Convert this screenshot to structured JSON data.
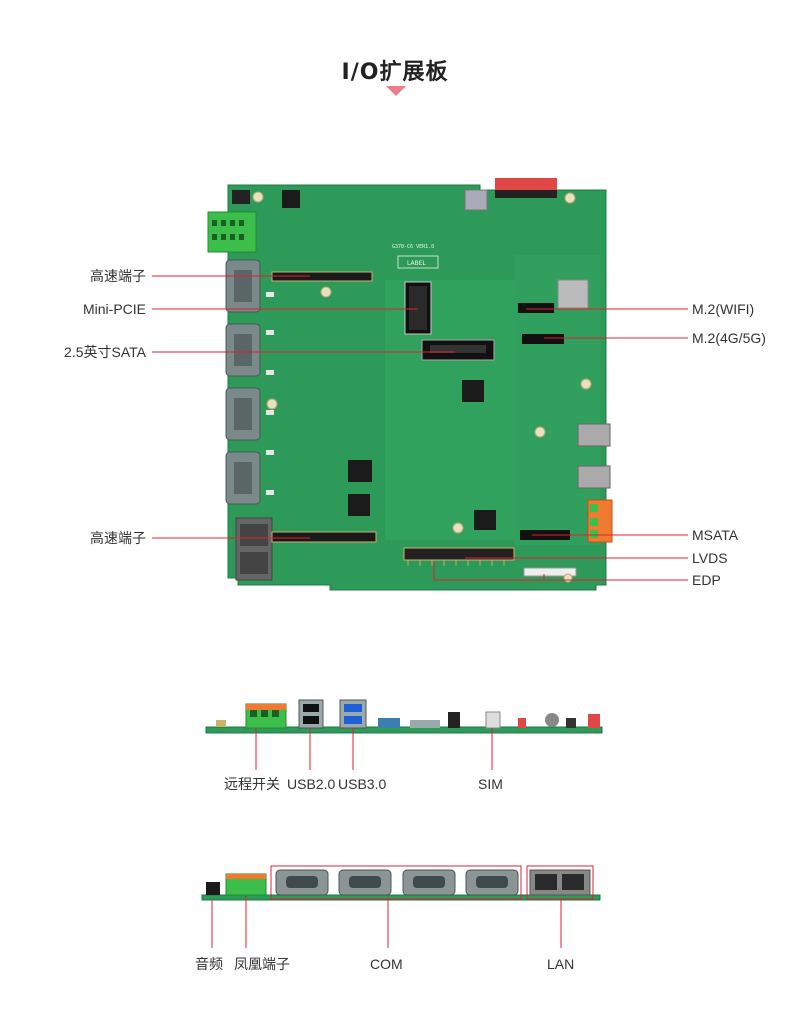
{
  "page": {
    "title": "I/O扩展板"
  },
  "board_labels_left": [
    "高速端子",
    "Mini-PCIE",
    "2.5英寸SATA",
    "高速端子"
  ],
  "board_labels_right": [
    "M.2(WIFI)",
    "M.2(4G/5G)",
    "MSATA",
    "LVDS",
    "EDP"
  ],
  "pcb_silk": {
    "model": "G370-C6 VER1.0",
    "label": "LABEL"
  },
  "side1_labels": [
    "远程开关",
    "USB2.0",
    "USB3.0",
    "SIM"
  ],
  "side2_labels": [
    "音频",
    "凤凰端子",
    "COM",
    "LAN"
  ],
  "colors": {
    "pcb": "#2e9a5a",
    "pcb_dark": "#1e6e3e",
    "accent": "#ee7b8a",
    "leader": "#e02030",
    "terminal_green": "#3cbf4a",
    "terminal_orange": "#f07a30"
  }
}
